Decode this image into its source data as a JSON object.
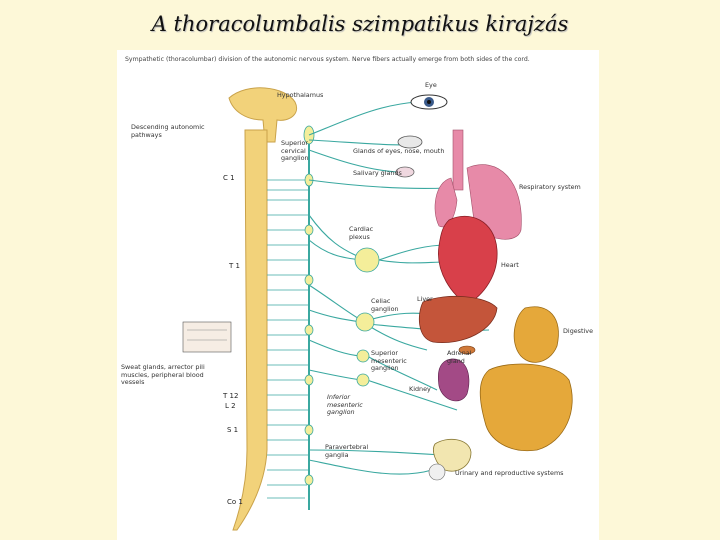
{
  "slide": {
    "title": "A thoracolumbalis szimpatikus kirajzás"
  },
  "figure": {
    "caption": "Sympathetic (thoracolumbar) division of the autonomic nervous system. Nerve fibers actually emerge from both sides of the cord.",
    "labels": {
      "hypothalamus": "Hypothalamus",
      "descending": "Descending autonomic pathways",
      "superior_cervical": "Superior cervical ganglion",
      "eye": "Eye",
      "glands_eyes": "Glands of eyes, nose, mouth",
      "salivary": "Salivary glands",
      "respiratory": "Respiratory system",
      "cardiac_plexus": "Cardiac plexus",
      "heart": "Heart",
      "celiac": "Celiac ganglion",
      "liver": "Liver",
      "digestive": "Digestive",
      "adrenal": "Adrenal gland",
      "superior_mesenteric": "Superior mesenteric ganglion",
      "kidney": "Kidney",
      "inferior_mesenteric": "Inferior mesenteric ganglion",
      "paravertebral": "Paravertebral ganglia",
      "urinary": "Urinary and reproductive systems",
      "sweat": "Sweat glands, arrector pili muscles, peripheral blood vessels"
    },
    "segments": {
      "c1": "C 1",
      "t1": "T 1",
      "t12": "T 12",
      "l2": "L 2",
      "s1": "S 1",
      "co1": "Co 1"
    },
    "colors": {
      "nerve": "#3aa8a0",
      "cord": "#f2d27a",
      "ganglion": "#f4ee9a",
      "lung": "#e78aa8",
      "heart": "#d8404a",
      "liver": "#c4553a",
      "intestine": "#e5a83a",
      "kidney": "#a34a86"
    }
  }
}
